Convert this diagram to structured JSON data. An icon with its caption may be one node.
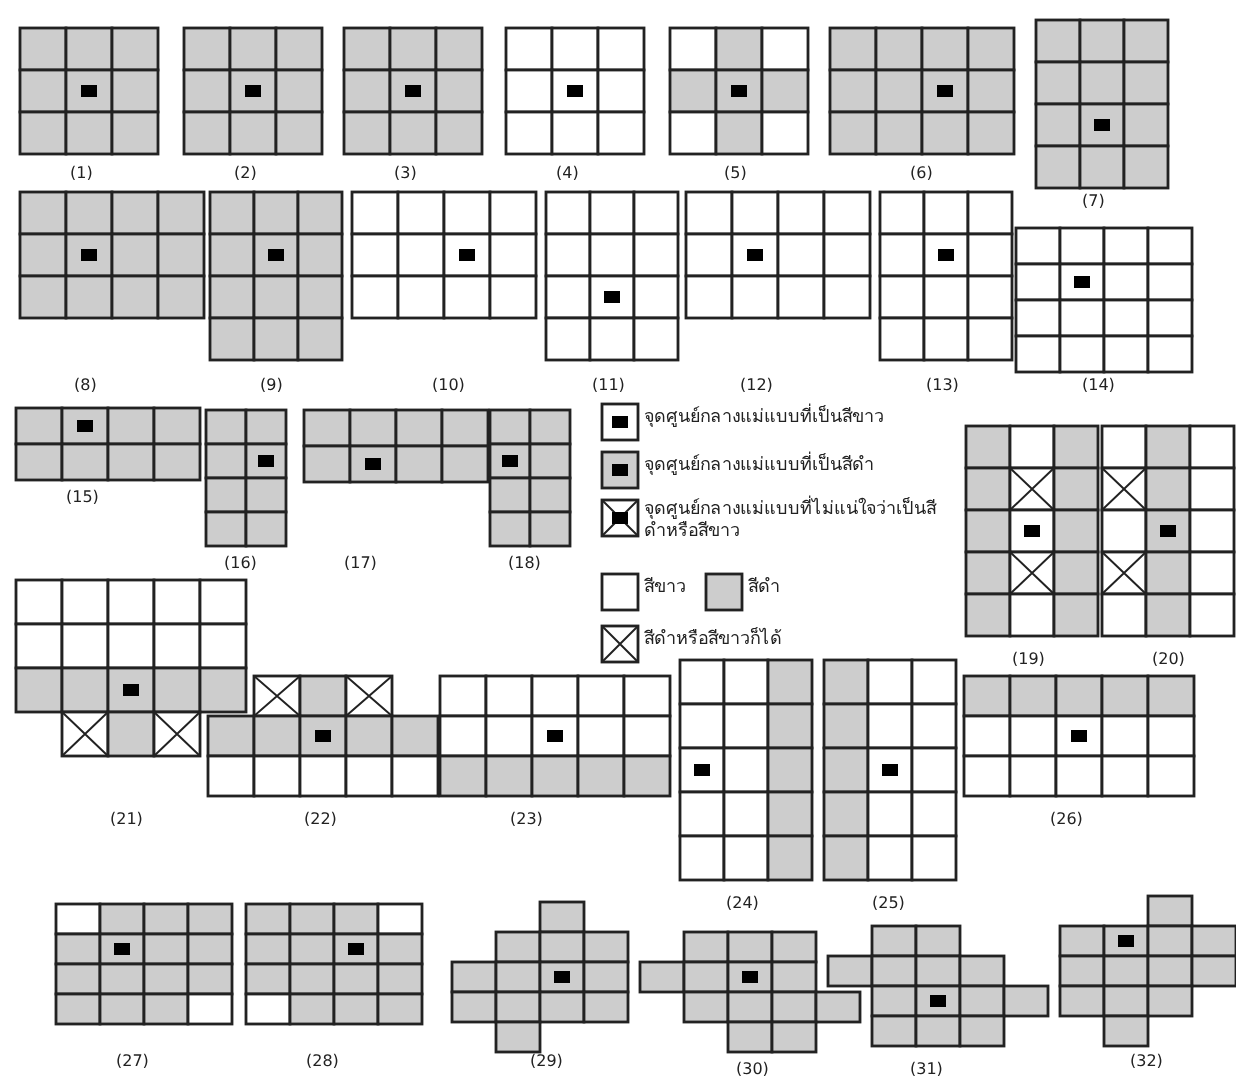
{
  "diagram": {
    "labels": [
      "(1)",
      "(2)",
      "(3)",
      "(4)",
      "(5)",
      "(6)",
      "(7)",
      "(8)",
      "(9)",
      "(10)",
      "(11)",
      "(12)",
      "(13)",
      "(14)",
      "(15)",
      "(16)",
      "(17)",
      "(18)",
      "(19)",
      "(20)",
      "(21)",
      "(22)",
      "(23)",
      "(24)",
      "(25)",
      "(26)",
      "(27)",
      "(28)",
      "(29)",
      "(30)",
      "(31)",
      "(32)"
    ],
    "legend": [
      {
        "text": "จุดศูนย์กลางแม่แบบที่เป็นสีขาว"
      },
      {
        "text": "จุดศูนย์กลางแม่แบบที่เป็นสีดำ"
      },
      {
        "text": "จุดศูนย์กลางแม่แบบที่ไม่แน่ใจว่าเป็นสีดำหรือสีขาว"
      },
      {
        "text": "สีขาว",
        "color": "#ffffff"
      },
      {
        "text": "สีดำ",
        "color": "#cdcdcd"
      },
      {
        "text": "สีดำหรือสีขาวก็ได้"
      }
    ]
  }
}
